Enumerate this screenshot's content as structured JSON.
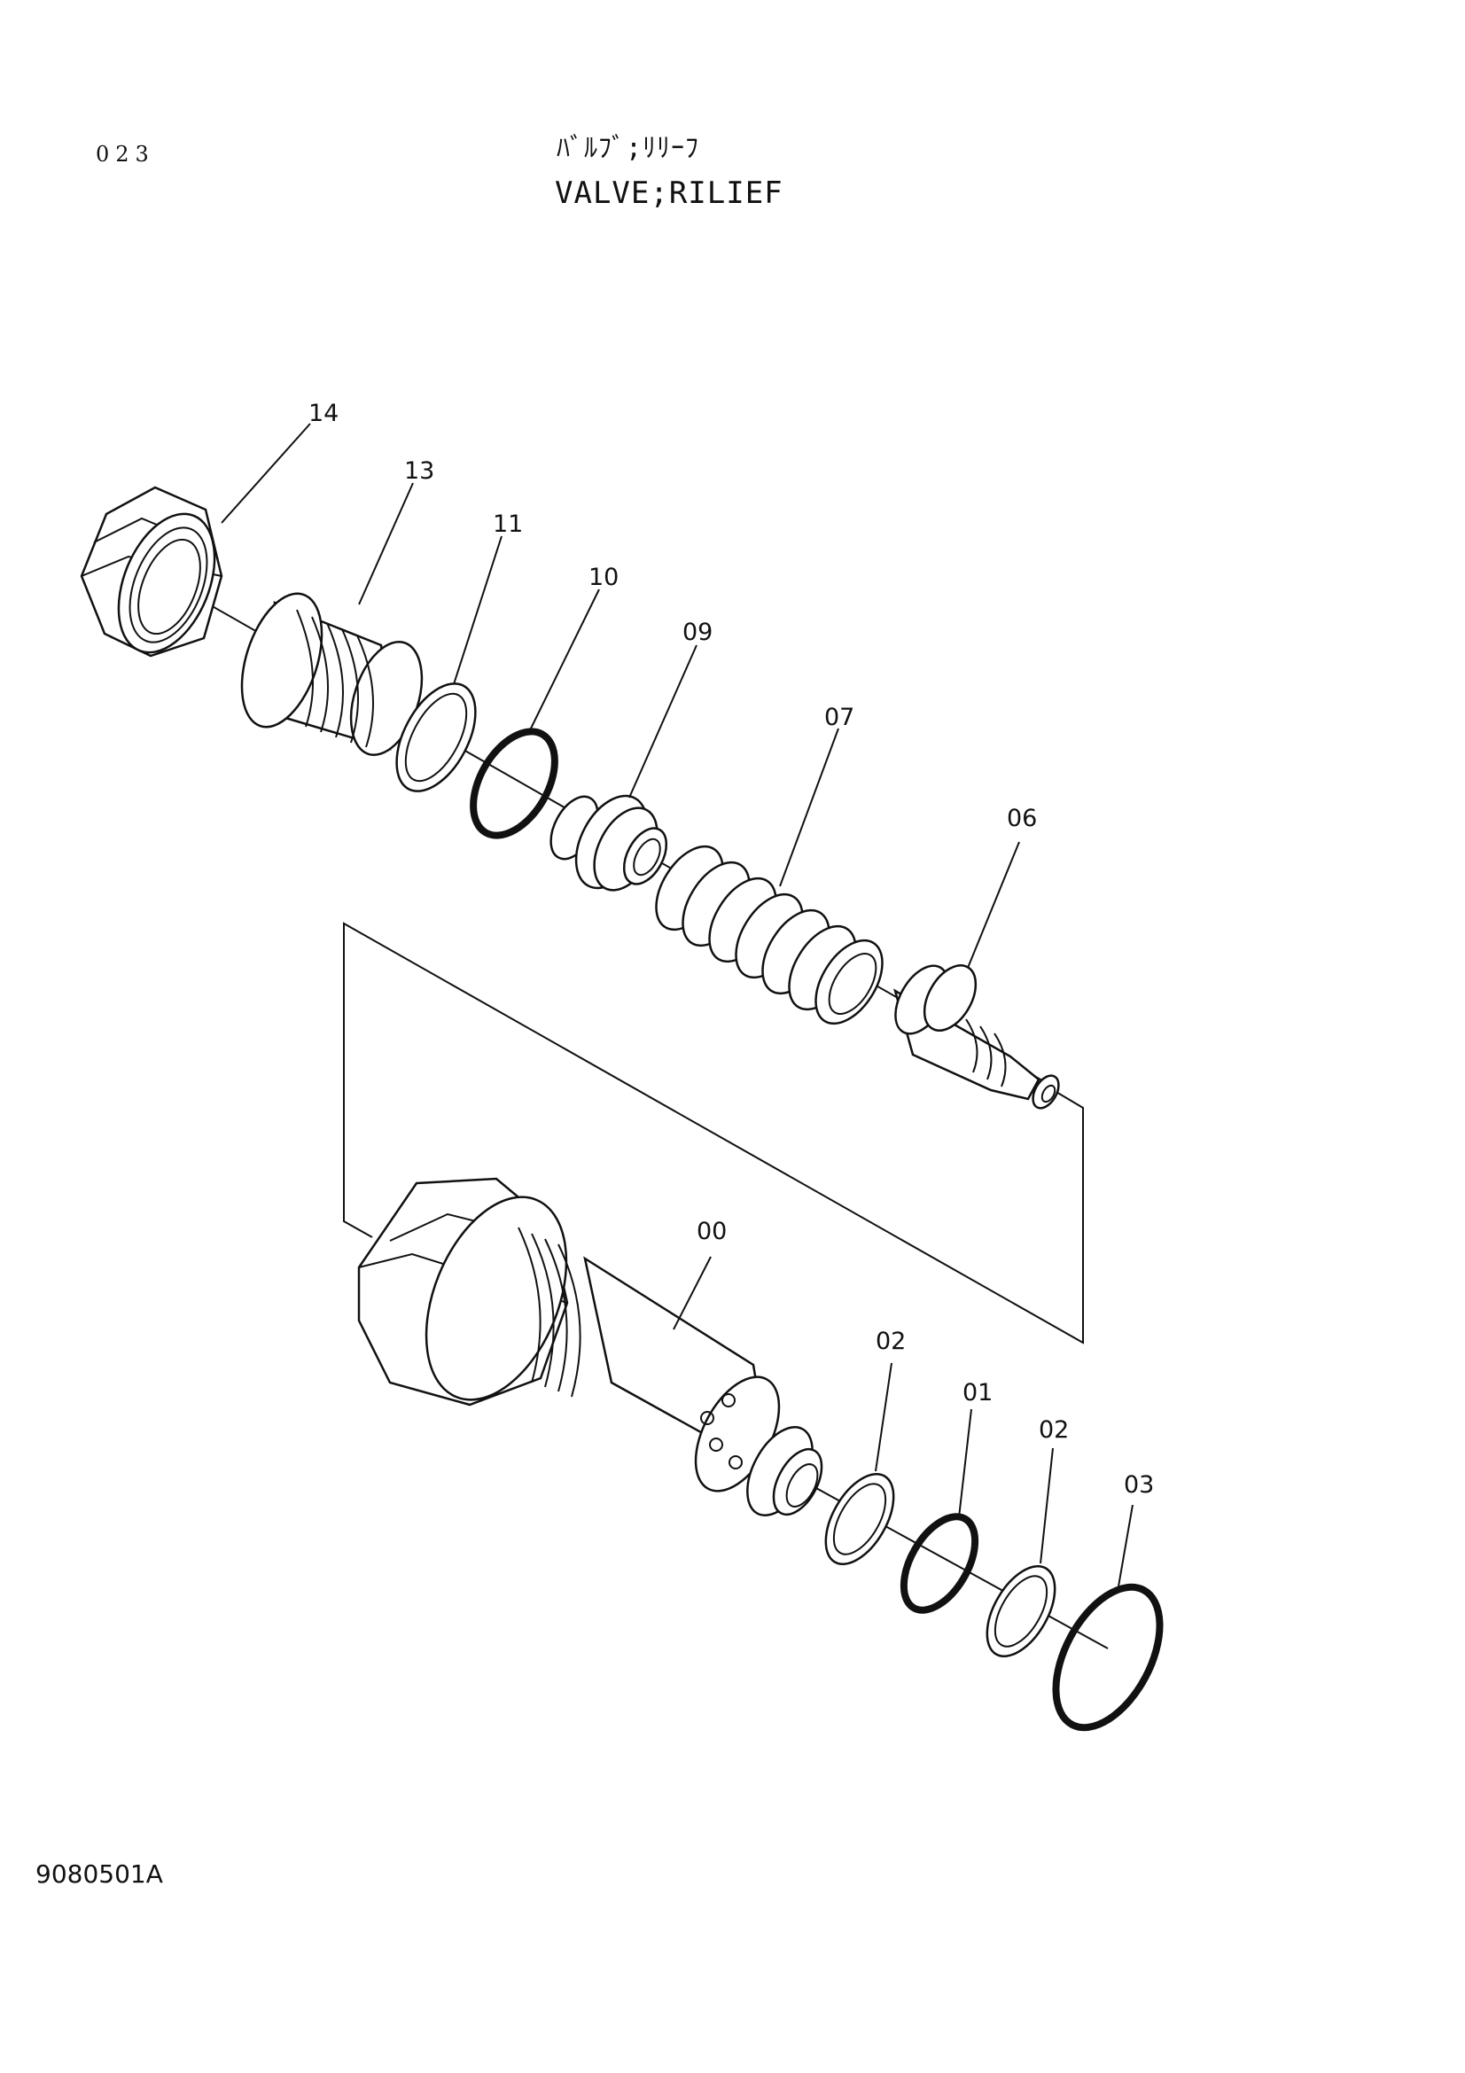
{
  "header": {
    "page_number": "023",
    "title_jp": "ﾊﾞﾙﾌﾞ;ﾘﾘｰﾌ",
    "title_en": "VALVE;RILIEF"
  },
  "footer": {
    "drawing_number": "9080501A"
  },
  "parts": [
    {
      "id": "14",
      "label": "14"
    },
    {
      "id": "13",
      "label": "13"
    },
    {
      "id": "11",
      "label": "11"
    },
    {
      "id": "10",
      "label": "10"
    },
    {
      "id": "09",
      "label": "09"
    },
    {
      "id": "07",
      "label": "07"
    },
    {
      "id": "06",
      "label": "06"
    },
    {
      "id": "00",
      "label": "00"
    },
    {
      "id": "02a",
      "label": "02"
    },
    {
      "id": "01",
      "label": "01"
    },
    {
      "id": "02b",
      "label": "02"
    },
    {
      "id": "03",
      "label": "03"
    }
  ]
}
